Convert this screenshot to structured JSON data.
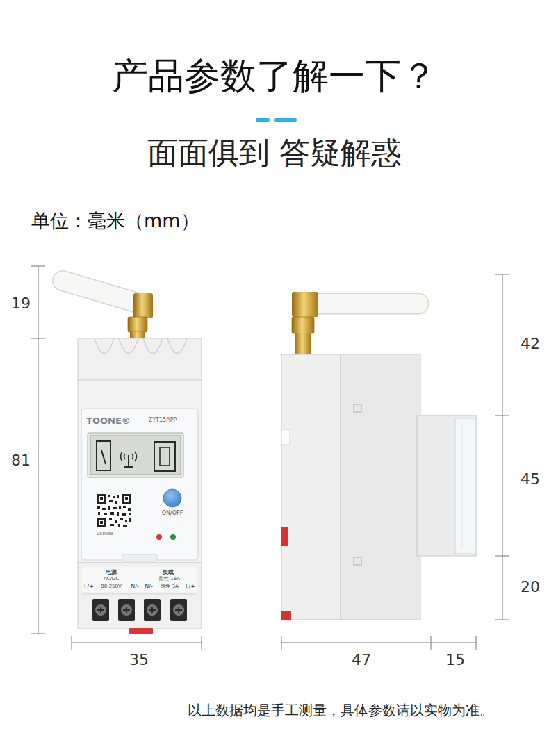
{
  "diagram": {
    "title": "产品参数了解一下？",
    "caption": "以上数据均是手工测量，具体参数请以实物为准。",
    "labels": [
      "面面俱到 答疑解惑",
      "单位：毫米（mm）",
      "19",
      "81",
      "42",
      "45",
      "20",
      "35",
      "47",
      "15",
      "TOONE®",
      "ZYT15APP",
      "ON/OFF",
      "258088",
      "电源",
      "AC/DC",
      "90-250V",
      "负载",
      "阻性 16A",
      "感性 3A",
      "L/+",
      "N/-",
      "N/-",
      "L/+"
    ]
  }
}
